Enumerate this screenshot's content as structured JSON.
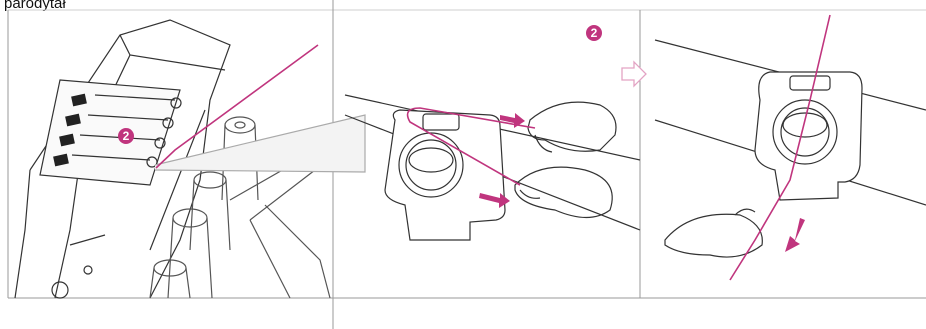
{
  "caption": "parodytał",
  "panels": [
    {
      "badge": "2"
    },
    {
      "badge": "2"
    },
    {
      "badge": ""
    }
  ],
  "colors": {
    "thread": "#c0357e",
    "line": "#3a3a3a",
    "frame": "#bdbdbd"
  },
  "icons": [
    "next-step-arrow-icon",
    "pull-direction-arrow-icon"
  ]
}
